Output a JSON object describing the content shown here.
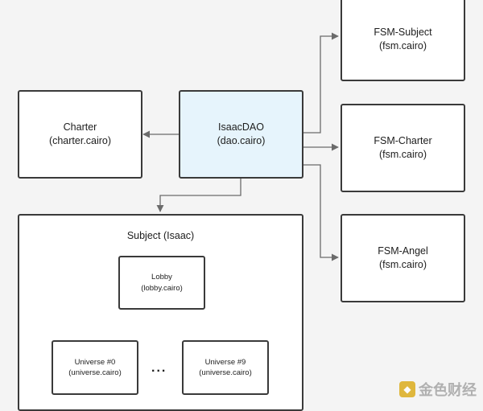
{
  "nodes": {
    "fsm_subject": {
      "line1": "FSM-Subject",
      "line2": "(fsm.cairo)"
    },
    "charter": {
      "line1": "Charter",
      "line2": "(charter.cairo)"
    },
    "isaacdao": {
      "line1": "IsaacDAO",
      "line2": "(dao.cairo)"
    },
    "fsm_charter": {
      "line1": "FSM-Charter",
      "line2": "(fsm.cairo)"
    },
    "fsm_angel": {
      "line1": "FSM-Angel",
      "line2": "(fsm.cairo)"
    },
    "subject": {
      "title": "Subject (Isaac)"
    },
    "lobby": {
      "line1": "Lobby",
      "line2": "(lobby.cairo)"
    },
    "universe0": {
      "line1": "Universe #0",
      "line2": "(universe.cairo)"
    },
    "universe9": {
      "line1": "Universe #9",
      "line2": "(universe.cairo)"
    }
  },
  "ellipsis": "...",
  "watermark": {
    "text": "金色财经",
    "logo_glyph": "◆"
  },
  "colors": {
    "highlight_fill": "#e6f4fc",
    "stroke": "#3a3a3a",
    "arrow": "#6b6b6b"
  }
}
